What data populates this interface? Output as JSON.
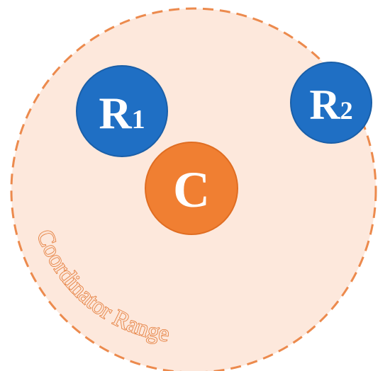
{
  "diagram": {
    "range_label": "Coordinator Range",
    "coordinator": {
      "letter": "C"
    },
    "routers": [
      {
        "letter": "R",
        "subscript": "1"
      },
      {
        "letter": "R",
        "subscript": "2"
      }
    ]
  },
  "colors": {
    "range_fill": "#fde8dc",
    "range_border": "#ec8a4d",
    "coordinator_fill": "#f07f32",
    "router_fill": "#1f6fc4",
    "router_border": "#1a5fa8",
    "label_text": "#ffffff"
  }
}
